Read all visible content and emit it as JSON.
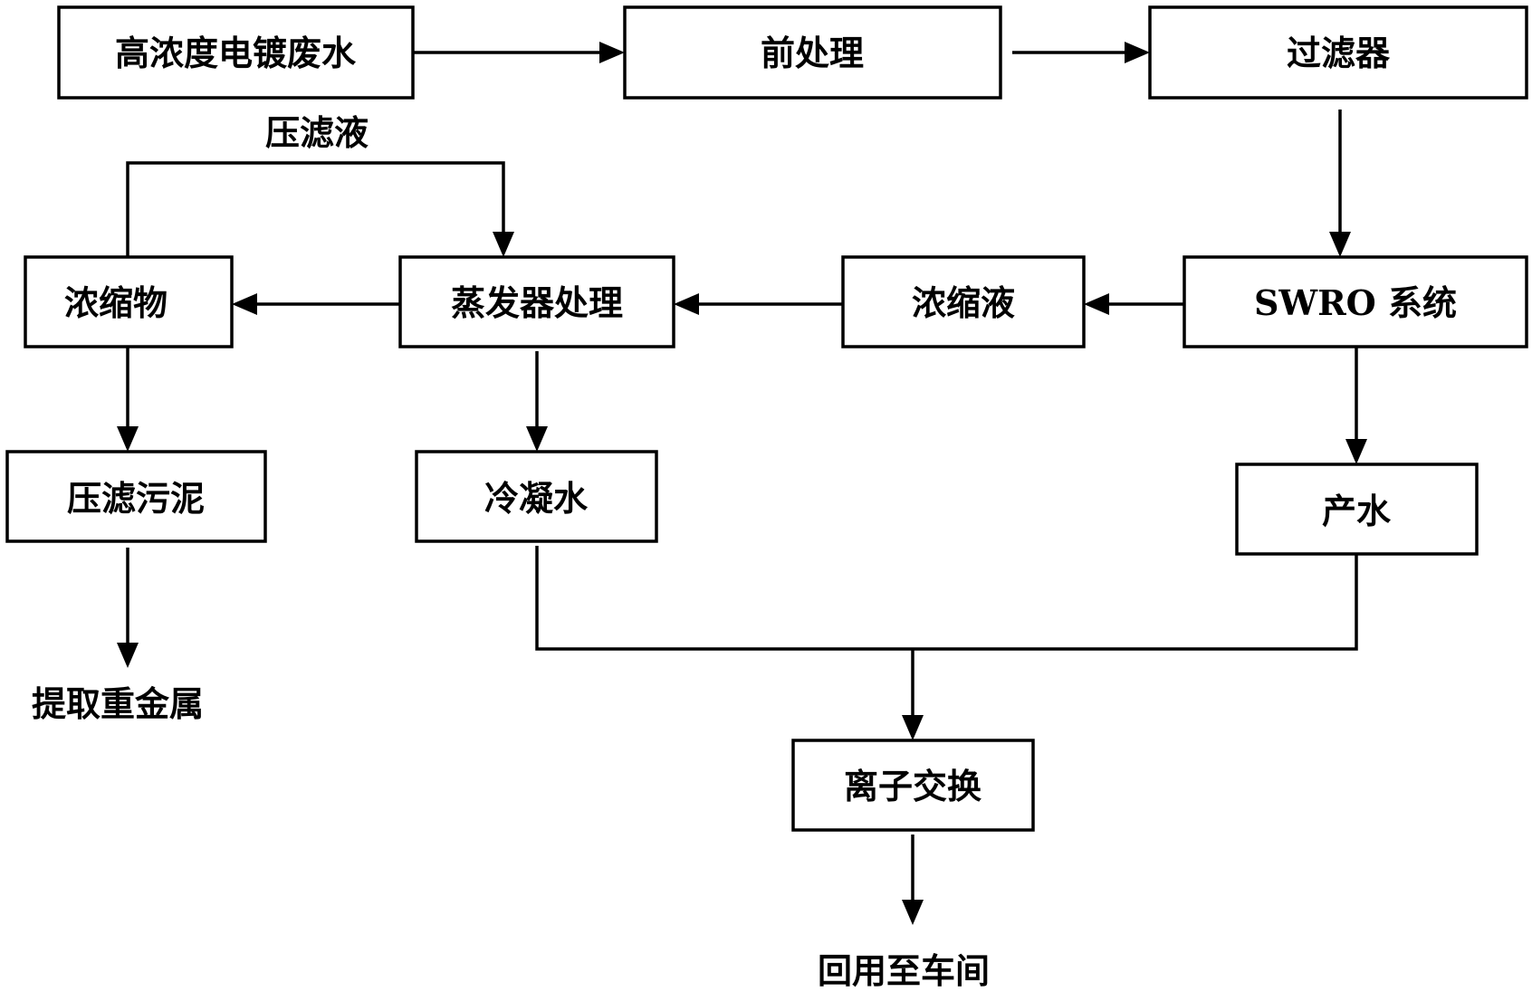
{
  "nodes": {
    "raw_wastewater": "高浓度电镀废水",
    "pretreatment": "前处理",
    "filter": "过滤器",
    "swro": "SWRO 系统",
    "concentrate_liquid": "浓缩液",
    "evaporator": "蒸发器处理",
    "concentrate_solid": "浓缩物",
    "press_sludge": "压滤污泥",
    "condensate": "冷凝水",
    "product_water": "产水",
    "ion_exchange": "离子交换"
  },
  "labels": {
    "filtrate": "压滤液",
    "extract_metals": "提取重金属",
    "reuse": "回用至车间"
  }
}
